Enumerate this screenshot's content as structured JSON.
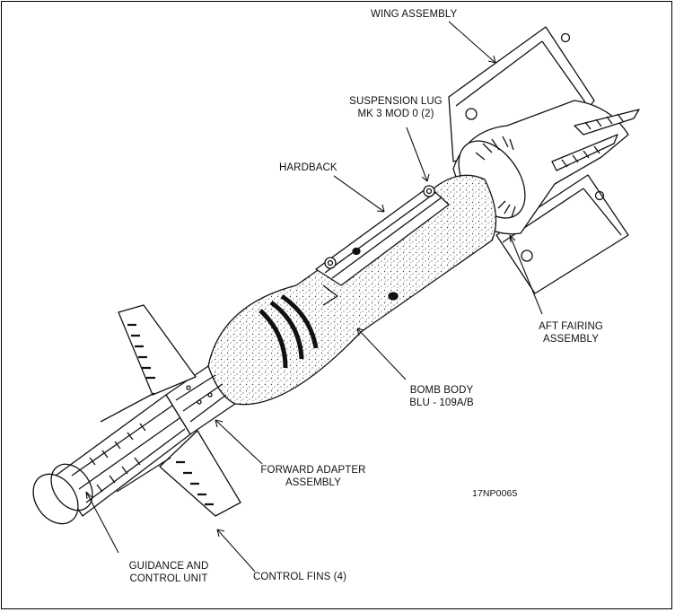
{
  "labels": {
    "wing_assembly": "WING ASSEMBLY",
    "suspension_lug_1": "SUSPENSION LUG",
    "suspension_lug_2": "MK 3 MOD 0 (2)",
    "hardback": "HARDBACK",
    "aft_fairing_1": "AFT FAIRING",
    "aft_fairing_2": "ASSEMBLY",
    "bomb_body_1": "BOMB BODY",
    "bomb_body_2": "BLU - 109A/B",
    "forward_adapter_1": "FORWARD ADAPTER",
    "forward_adapter_2": "ASSEMBLY",
    "guidance_1": "GUIDANCE AND",
    "guidance_2": "CONTROL UNIT",
    "control_fins": "CONTROL FINS (4)"
  },
  "figure_id": "17NP0065",
  "colors": {
    "ink": "#111111",
    "paper": "#ffffff",
    "stipple": "#555555"
  }
}
